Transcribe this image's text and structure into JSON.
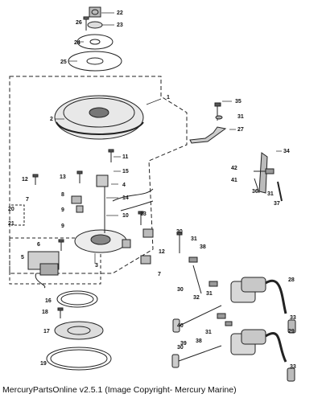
{
  "footer": {
    "text": "MercuryPartsOnline v2.5.1 (Image Copyright- Mercury Marine)"
  },
  "labels": [
    "1",
    "2",
    "3",
    "4",
    "5",
    "6",
    "7",
    "7",
    "8",
    "9",
    "9",
    "10",
    "11",
    "12",
    "12",
    "13",
    "13",
    "14",
    "15",
    "16",
    "17",
    "18",
    "19",
    "20",
    "21",
    "22",
    "23",
    "24",
    "25",
    "26",
    "27",
    "28",
    "29",
    "30",
    "30",
    "30",
    "31",
    "31",
    "31",
    "31",
    "31",
    "32",
    "33",
    "33",
    "34",
    "35",
    "36",
    "37",
    "38",
    "38",
    "39",
    "40",
    "41",
    "42"
  ],
  "icons": [
    "flywheel",
    "stator-plate",
    "ignition-coil",
    "spark-plug-boot",
    "throttle-lever",
    "screw",
    "washer"
  ]
}
